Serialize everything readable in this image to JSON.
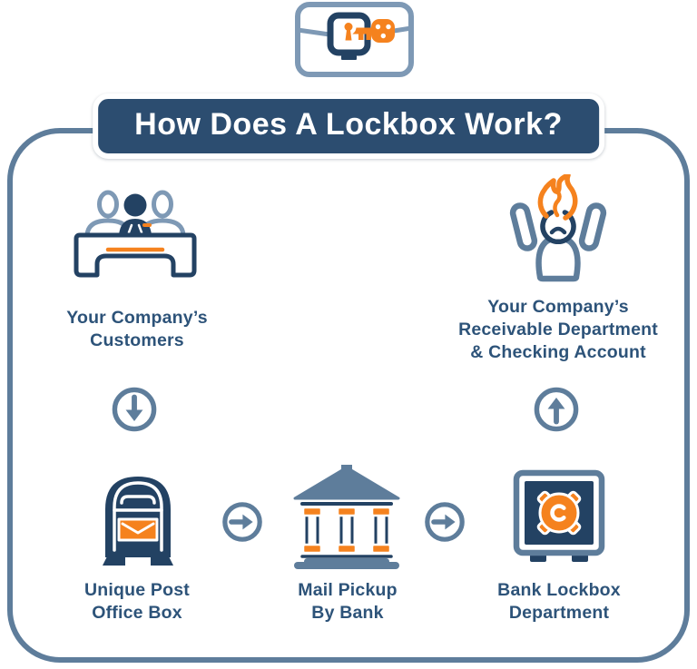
{
  "title": "How Does A Lockbox Work?",
  "colors": {
    "navy": "#234263",
    "slate": "#5E7D9B",
    "light_slate": "#7E99B5",
    "orange": "#F5821E",
    "banner_bg": "#2C4D70",
    "text": "#2D5379",
    "white": "#FFFFFF"
  },
  "icons": {
    "header": "lockbox-with-key-icon",
    "customers": "customers-at-desk-icon",
    "receivable": "stressed-person-flaming-head-icon",
    "arrow_down": "arrow-down-circle-icon",
    "arrow_up": "arrow-up-circle-icon",
    "arrow_right_1": "arrow-right-circle-icon",
    "arrow_right_2": "arrow-right-circle-icon",
    "post_office": "postal-mailbox-icon",
    "mail_pickup": "bank-building-icon",
    "lockbox_dept": "safe-vault-icon"
  },
  "nodes": {
    "customers": {
      "line1": "Your Company’s",
      "line2": "Customers"
    },
    "receivable": {
      "line1": "Your Company’s",
      "line2": "Receivable Department",
      "line3": "& Checking Account"
    },
    "post_office": {
      "line1": "Unique Post",
      "line2": "Office Box"
    },
    "mail_pickup": {
      "line1": "Mail Pickup",
      "line2": "By Bank"
    },
    "lockbox_dept": {
      "line1": "Bank Lockbox",
      "line2": "Department"
    }
  }
}
